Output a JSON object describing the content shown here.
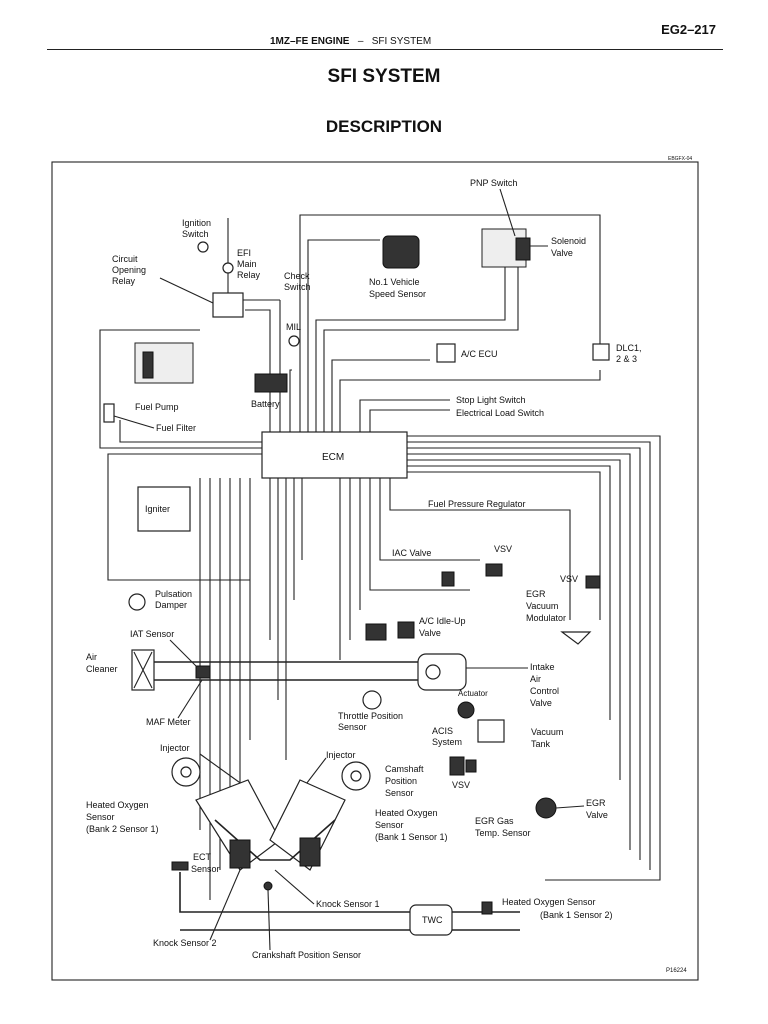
{
  "header": {
    "engine": "1MZ–FE ENGINE",
    "separator": "–",
    "section": "SFI SYSTEM",
    "page_number": "EG2–217"
  },
  "title": "SFI SYSTEM",
  "subtitle": "DESCRIPTION",
  "diagram": {
    "figure_code_top": "EBGFX-04",
    "figure_code_bottom": "P16224",
    "labels": {
      "pnp_switch": "PNP Switch",
      "solenoid_valve": [
        "Solenoid",
        "Valve"
      ],
      "ignition_switch": [
        "Ignition",
        "Switch"
      ],
      "efi_main_relay": [
        "EFI",
        "Main",
        "Relay"
      ],
      "circuit_opening_relay": [
        "Circuit",
        "Opening",
        "Relay"
      ],
      "check_switch": [
        "Check",
        "Switch"
      ],
      "mil": "MIL",
      "speed_sensor": [
        "No.1 Vehicle",
        "Speed Sensor"
      ],
      "dlc": [
        "DLC1,",
        "2 & 3"
      ],
      "ac_ecu": "A/C ECU",
      "fuel_pump": "Fuel Pump",
      "battery": "Battery",
      "stop_light_switch": "Stop Light Switch",
      "electrical_load_switch": "Electrical Load Switch",
      "fuel_filter": "Fuel Filter",
      "ecm": "ECM",
      "igniter": "Igniter",
      "fuel_pressure_regulator": "Fuel Pressure Regulator",
      "iac_valve": "IAC Valve",
      "vsv_top": "VSV",
      "vsv_right": "VSV",
      "pulsation_damper": [
        "Pulsation",
        "Damper"
      ],
      "egr_vacuum_modulator": [
        "EGR",
        "Vacuum",
        "Modulator"
      ],
      "iat_sensor": "IAT Sensor",
      "ac_idle_up_valve": [
        "A/C Idle-Up",
        "Valve"
      ],
      "air_cleaner": [
        "Air",
        "Cleaner"
      ],
      "intake_air_control_valve": [
        "Intake",
        "Air",
        "Control",
        "Valve"
      ],
      "actuator": "Actuator",
      "maf_meter": "MAF Meter",
      "throttle_position_sensor": [
        "Throttle Position",
        "Sensor"
      ],
      "vacuum_tank": [
        "Vacuum",
        "Tank"
      ],
      "injector_left": "Injector",
      "injector_right": "Injector",
      "acis_system": [
        "ACIS",
        "System"
      ],
      "camshaft_position_sensor": [
        "Camshaft",
        "Position",
        "Sensor"
      ],
      "vsv_bottom": "VSV",
      "heated_o2_bank2": [
        "Heated Oxygen",
        "Sensor",
        "(Bank 2 Sensor 1)"
      ],
      "heated_o2_bank1_s1": [
        "Heated Oxygen",
        "Sensor",
        "(Bank 1 Sensor 1)"
      ],
      "egr_gas_temp_sensor": [
        "EGR Gas",
        "Temp. Sensor"
      ],
      "egr_valve": [
        "EGR",
        "Valve"
      ],
      "ect_sensor": [
        "ECT",
        "Sensor"
      ],
      "knock_sensor_1": "Knock Sensor 1",
      "twc": "TWC",
      "heated_o2_bank1_s2": [
        "Heated Oxygen Sensor",
        "(Bank 1 Sensor 2)"
      ],
      "knock_sensor_2": "Knock Sensor 2",
      "crankshaft_position_sensor": "Crankshaft Position Sensor"
    }
  }
}
